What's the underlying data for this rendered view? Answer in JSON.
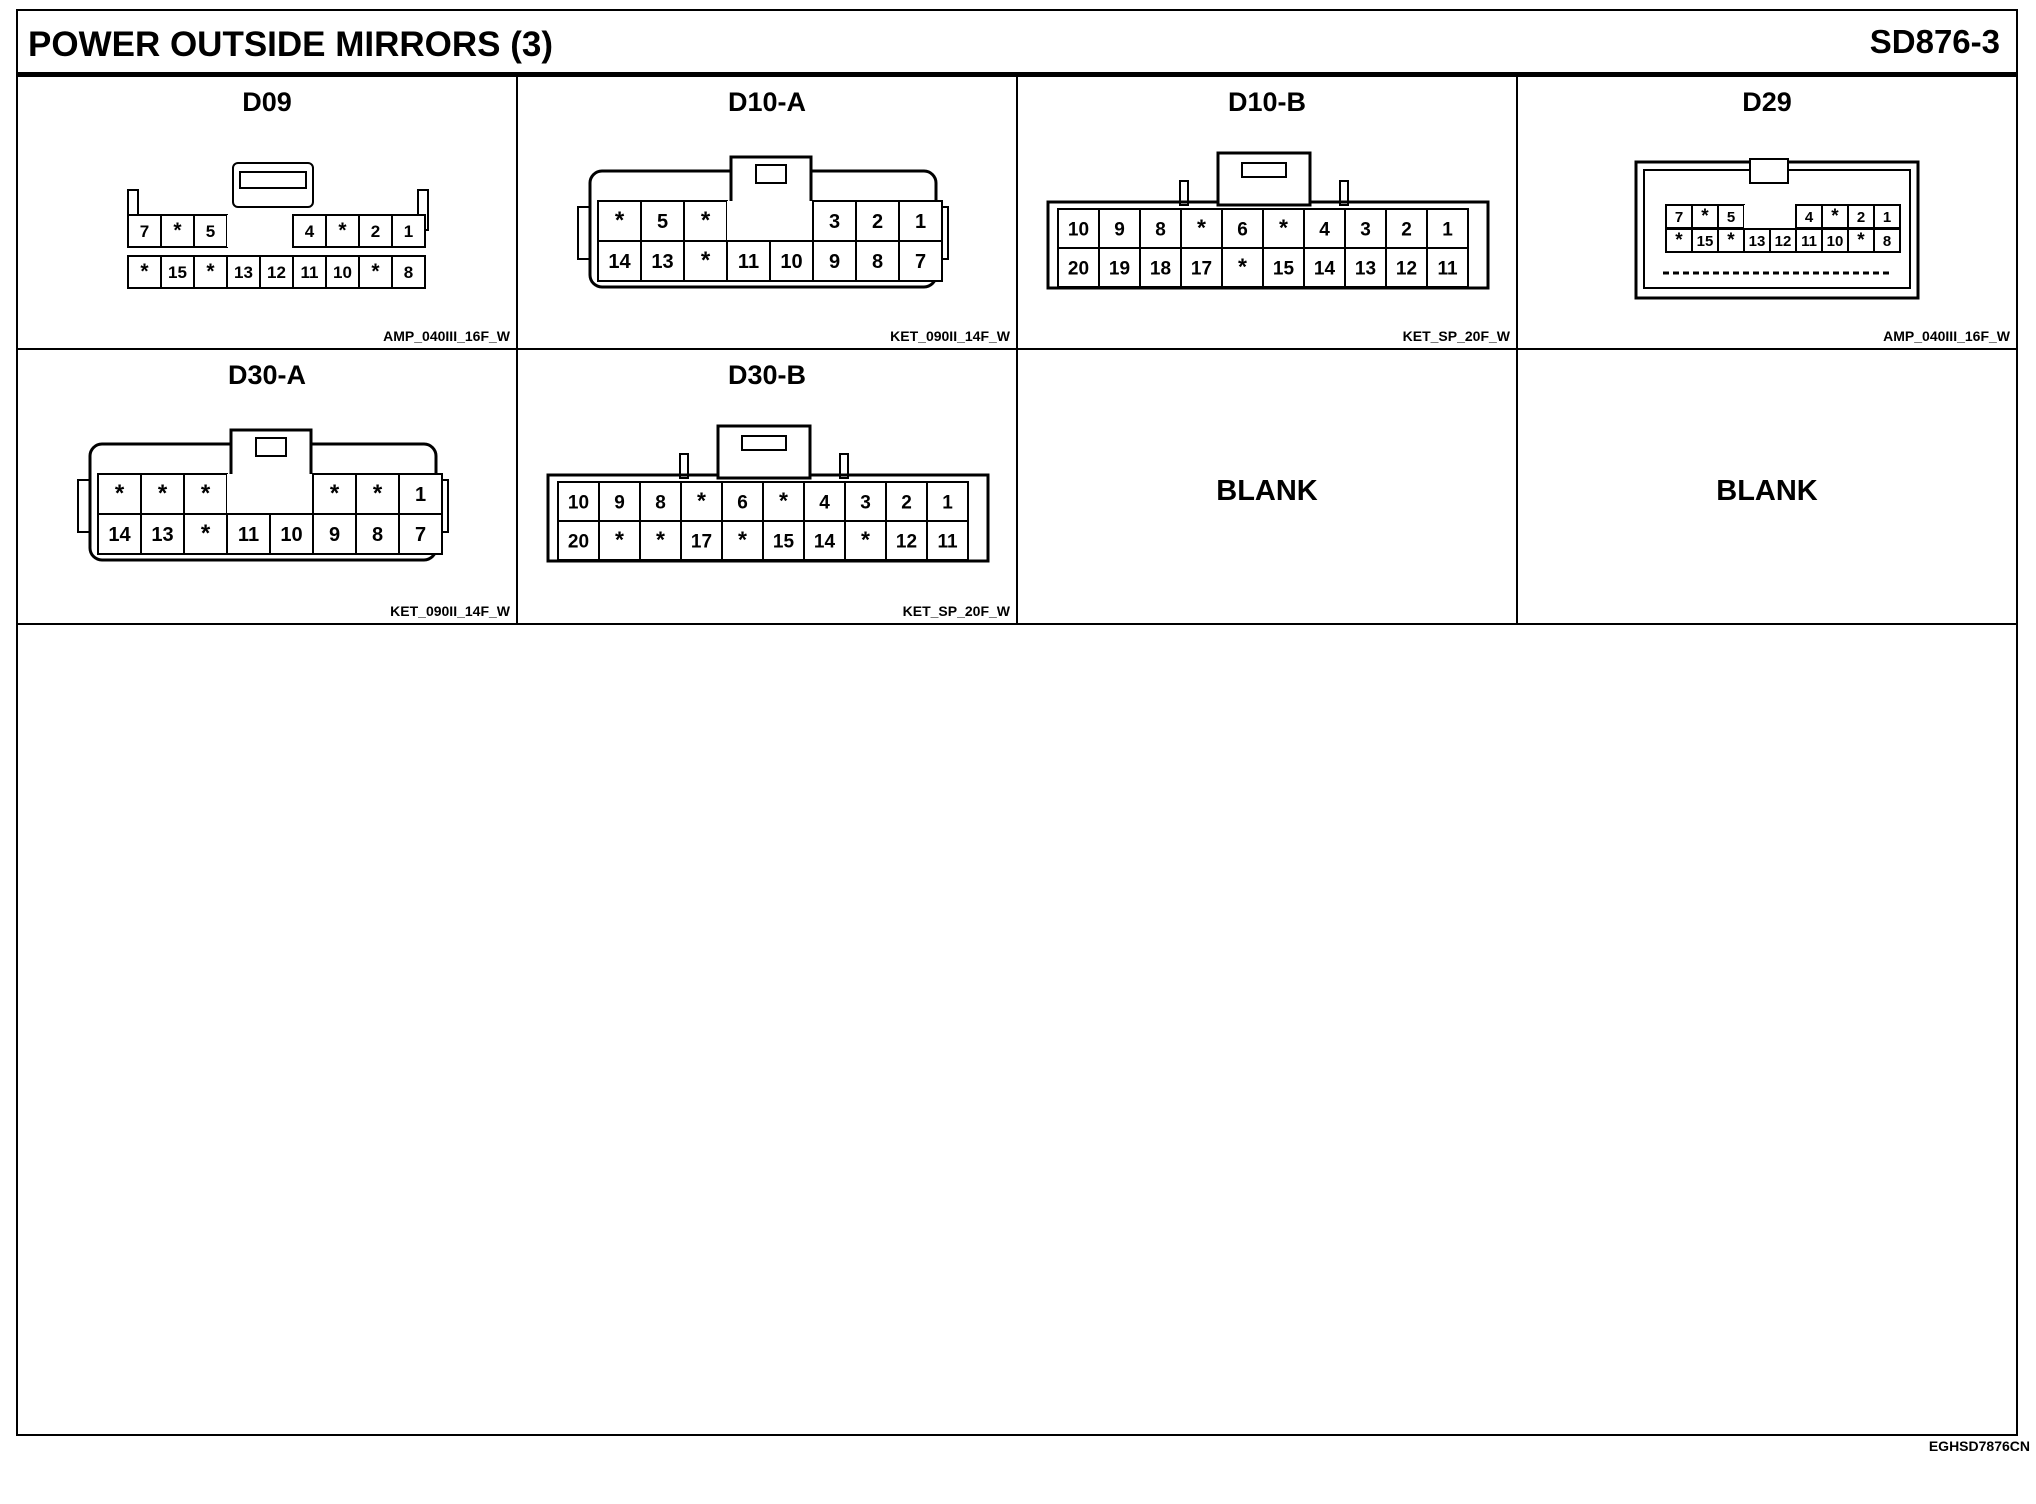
{
  "title": "POWER OUTSIDE MIRRORS (3)",
  "code": "SD876-3",
  "footer_code": "EGHSD7876CN",
  "connectors": [
    {
      "name": "D09",
      "part": "AMP_040III_16F_W",
      "style": "amp16",
      "row1": [
        "7",
        "*",
        "5",
        "",
        "",
        "4",
        "*",
        "2",
        "1"
      ],
      "row2": [
        "*",
        "15",
        "*",
        "13",
        "12",
        "11",
        "10",
        "*",
        "8"
      ]
    },
    {
      "name": "D10-A",
      "part": "KET_090II_14F_W",
      "style": "ket14",
      "row1": [
        "*",
        "5",
        "*",
        "",
        "",
        "3",
        "2",
        "1"
      ],
      "row2": [
        "14",
        "13",
        "*",
        "11",
        "10",
        "9",
        "8",
        "7"
      ]
    },
    {
      "name": "D10-B",
      "part": "KET_SP_20F_W",
      "style": "ket20",
      "row1": [
        "10",
        "9",
        "8",
        "*",
        "6",
        "*",
        "4",
        "3",
        "2",
        "1"
      ],
      "row2": [
        "20",
        "19",
        "18",
        "17",
        "*",
        "15",
        "14",
        "13",
        "12",
        "11"
      ]
    },
    {
      "name": "D29",
      "part": "AMP_040III_16F_W",
      "style": "amp16b",
      "row1": [
        "7",
        "*",
        "5",
        "",
        "",
        "4",
        "*",
        "2",
        "1"
      ],
      "row2": [
        "*",
        "15",
        "*",
        "13",
        "12",
        "11",
        "10",
        "*",
        "8"
      ]
    },
    {
      "name": "D30-A",
      "part": "KET_090II_14F_W",
      "style": "ket14",
      "row1": [
        "*",
        "*",
        "*",
        "",
        "",
        "*",
        "*",
        "1"
      ],
      "row2": [
        "14",
        "13",
        "*",
        "11",
        "10",
        "9",
        "8",
        "7"
      ]
    },
    {
      "name": "D30-B",
      "part": "KET_SP_20F_W",
      "style": "ket20",
      "row1": [
        "10",
        "9",
        "8",
        "*",
        "6",
        "*",
        "4",
        "3",
        "2",
        "1"
      ],
      "row2": [
        "20",
        "*",
        "*",
        "17",
        "*",
        "15",
        "14",
        "*",
        "12",
        "11"
      ]
    }
  ],
  "blanks": [
    "BLANK",
    "BLANK"
  ]
}
